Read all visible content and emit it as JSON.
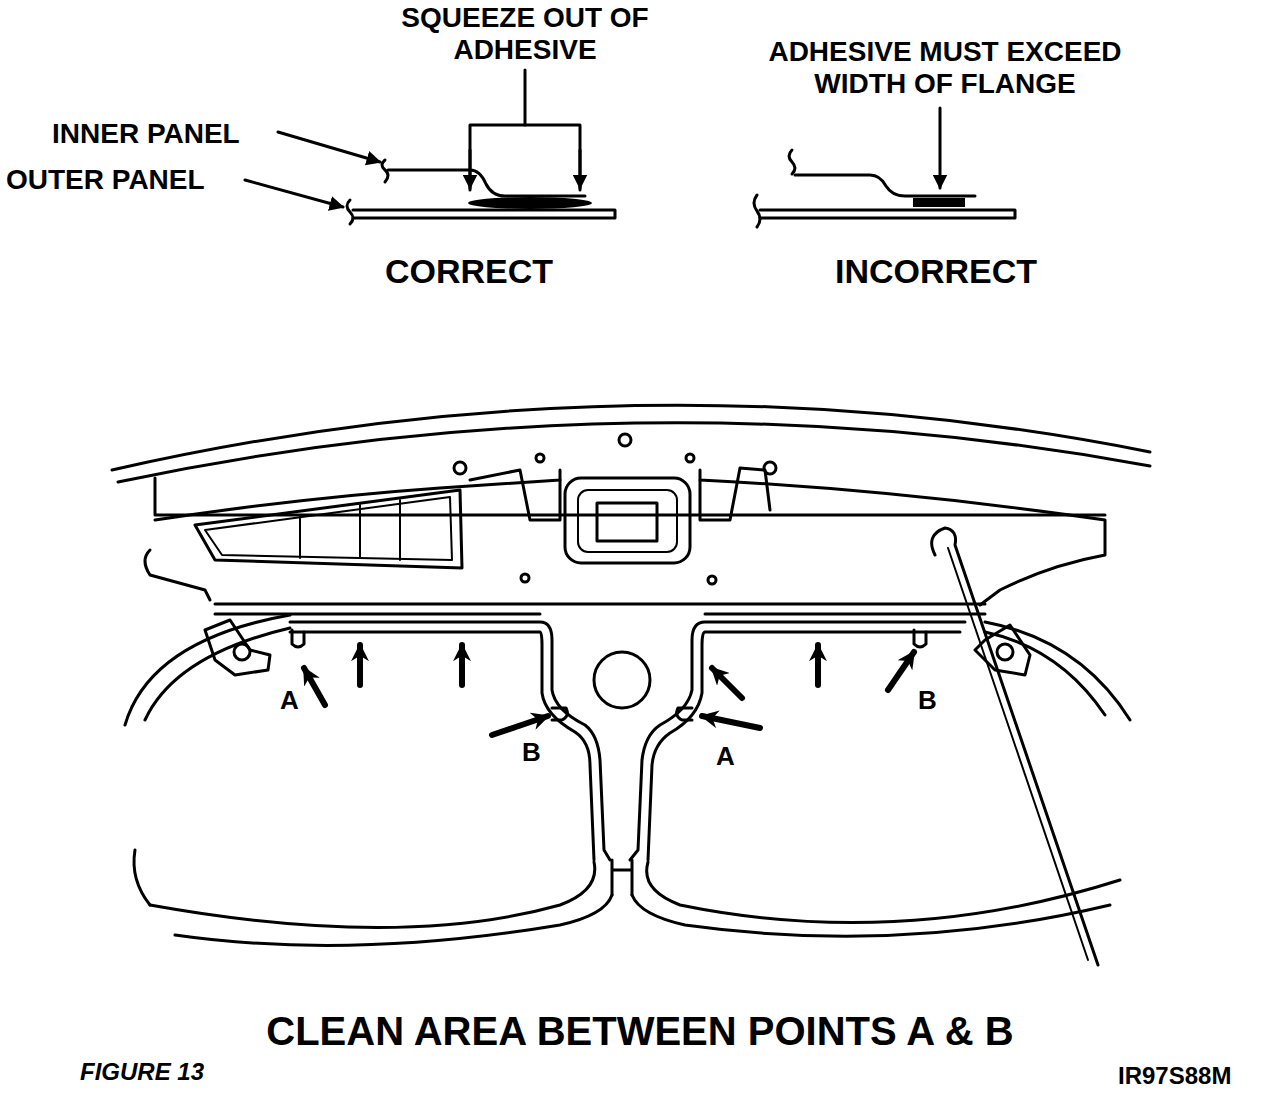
{
  "diagram": {
    "caption": "CLEAN AREA BETWEEN POINTS A & B",
    "labels": [
      "SQUEEZE OUT OF ADHESIVE",
      "INNER PANEL",
      "OUTER PANEL",
      "CORRECT",
      "ADHESIVE MUST EXCEED WIDTH OF FLANGE",
      "INCORRECT",
      "A",
      "B",
      "A",
      "B",
      "FIGURE 13",
      "IR97S88M"
    ]
  }
}
